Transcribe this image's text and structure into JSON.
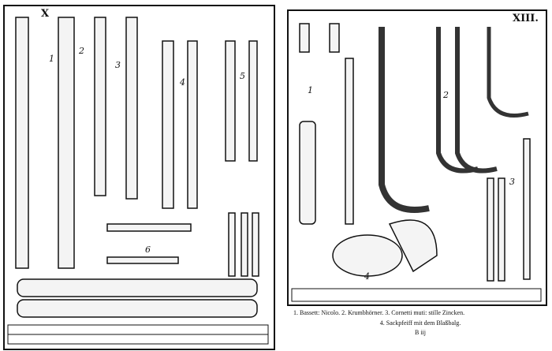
{
  "plates": {
    "left": {
      "label": "X",
      "numbers": [
        "1",
        "2",
        "3",
        "4",
        "5",
        "6"
      ]
    },
    "right": {
      "label": "XIII.",
      "numbers": [
        "1",
        "2",
        "3",
        "4"
      ]
    }
  },
  "caption": {
    "line1": "1. Bassett: Nicolo.   2. Krumbhörner.   3. Cornetti muti: stille Zincken.",
    "line2": "4. Sackpfeiff mit dem Blaßbalg.",
    "signature": "B iij"
  }
}
